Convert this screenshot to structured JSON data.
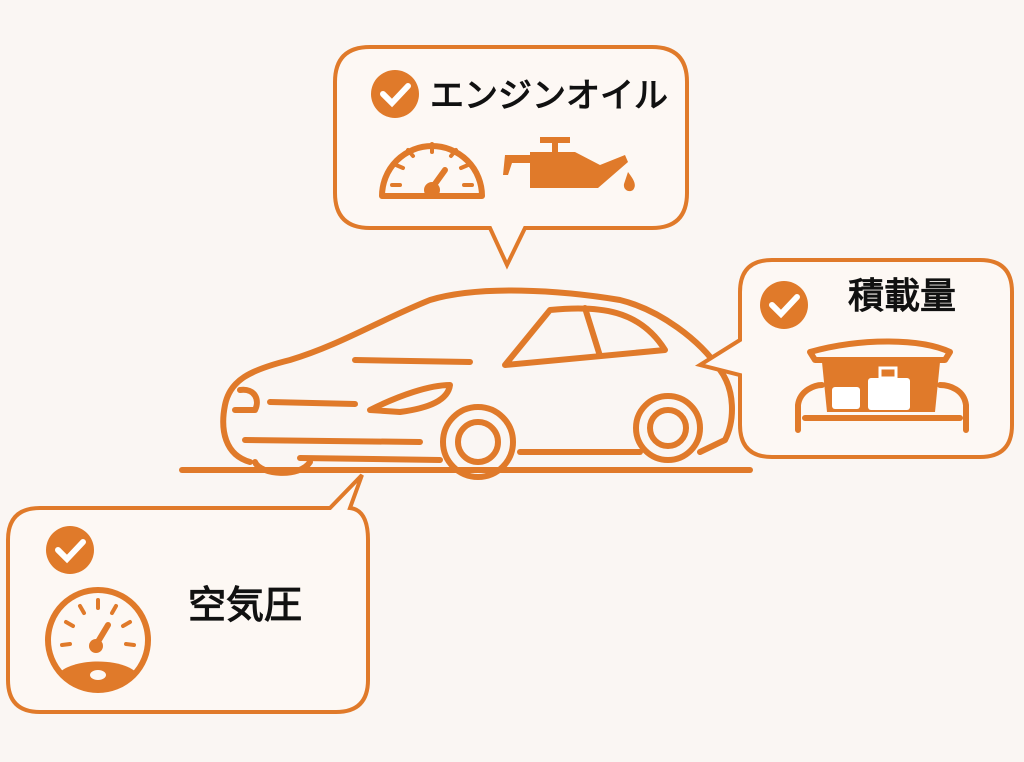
{
  "colors": {
    "accent": "#e07a2a",
    "background": "#faf6f3",
    "text": "#111111"
  },
  "callouts": {
    "engine_oil": {
      "label": "エンジンオイル",
      "icons": [
        "check-circle-icon",
        "gauge-icon",
        "oil-can-icon"
      ]
    },
    "cargo": {
      "label": "積載量",
      "icons": [
        "check-circle-icon",
        "car-trunk-luggage-icon"
      ]
    },
    "tire_pressure": {
      "label": "空気圧",
      "icons": [
        "check-circle-icon",
        "pressure-gauge-icon"
      ]
    }
  }
}
